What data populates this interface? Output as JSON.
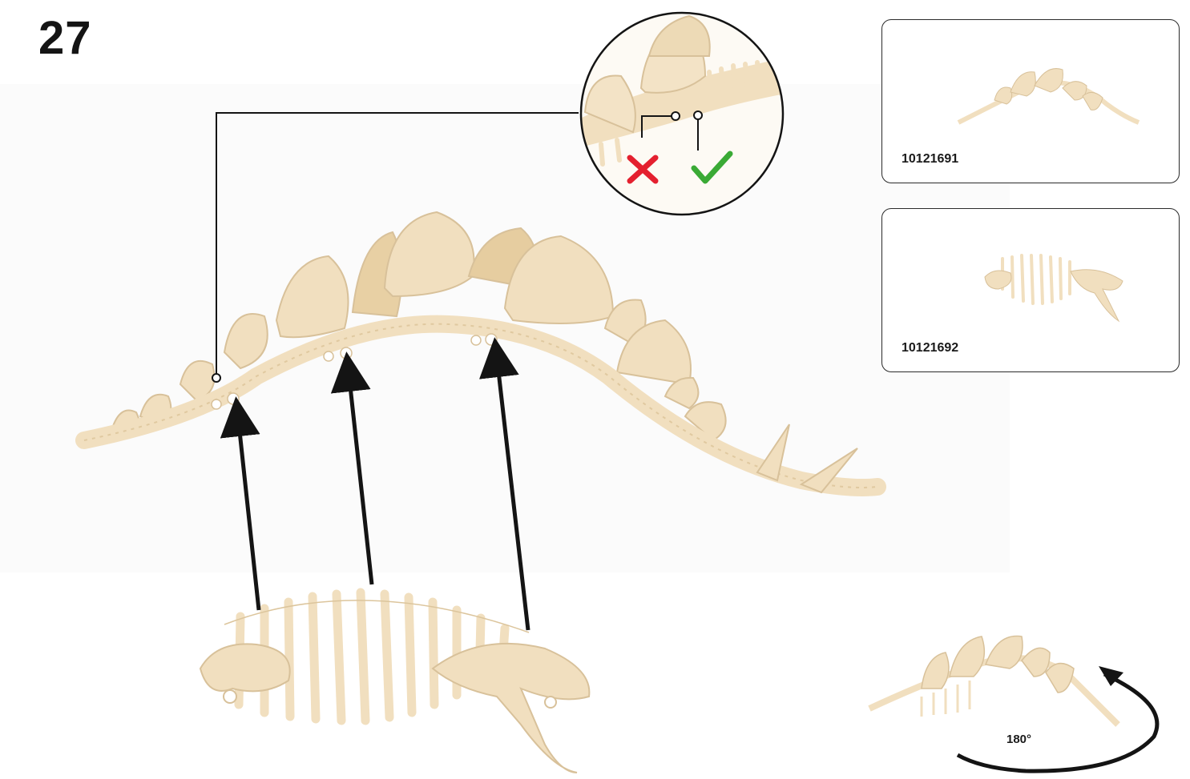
{
  "step": {
    "number": "27"
  },
  "parts": [
    {
      "code": "10121691"
    },
    {
      "code": "10121692"
    }
  ],
  "rotation": {
    "label": "180°"
  },
  "callout": {
    "wrong_icon": "cross-icon",
    "right_icon": "check-icon"
  },
  "colors": {
    "bone": "#f3e3c6",
    "bone_shade": "#e2cca6",
    "wrong": "#e4202f",
    "right": "#3aaa35",
    "ink": "#141414"
  }
}
